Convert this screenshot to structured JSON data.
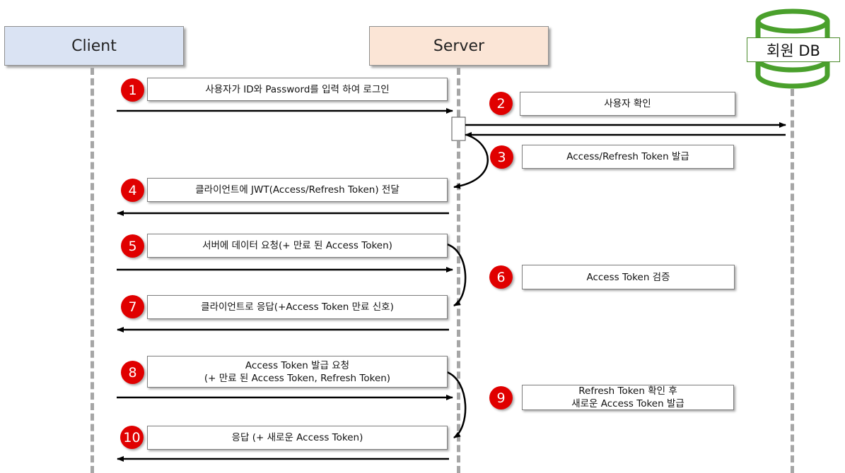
{
  "actors": {
    "client": "Client",
    "server": "Server",
    "db": "회원 DB"
  },
  "steps": [
    {
      "num": "1",
      "lines": [
        "사용자가 ID와 Password를 입력 하여 로그인"
      ]
    },
    {
      "num": "2",
      "lines": [
        "사용자 확인"
      ]
    },
    {
      "num": "3",
      "lines": [
        "Access/Refresh Token 발급"
      ]
    },
    {
      "num": "4",
      "lines": [
        "클라이언트에 JWT(Access/Refresh Token) 전달"
      ]
    },
    {
      "num": "5",
      "lines": [
        "서버에 데이터 요청(+ 만료 된 Access Token)"
      ]
    },
    {
      "num": "6",
      "lines": [
        "Access Token 검증"
      ]
    },
    {
      "num": "7",
      "lines": [
        "클라이언트로 응답(+Access Token 만료 신호)"
      ]
    },
    {
      "num": "8",
      "lines": [
        "Access Token 발급 요청",
        "(+ 만료 된 Access Token, Refresh Token)"
      ]
    },
    {
      "num": "9",
      "lines": [
        "Refresh Token 확인 후",
        "새로운 Access Token 발급"
      ]
    },
    {
      "num": "10",
      "lines": [
        "응답 (+ 새로운 Access Token)"
      ]
    }
  ],
  "colors": {
    "client_fill": "#dae3f3",
    "server_fill": "#fbe5d6",
    "db_green": "#4aa02c",
    "badge_red": "#e00000"
  }
}
